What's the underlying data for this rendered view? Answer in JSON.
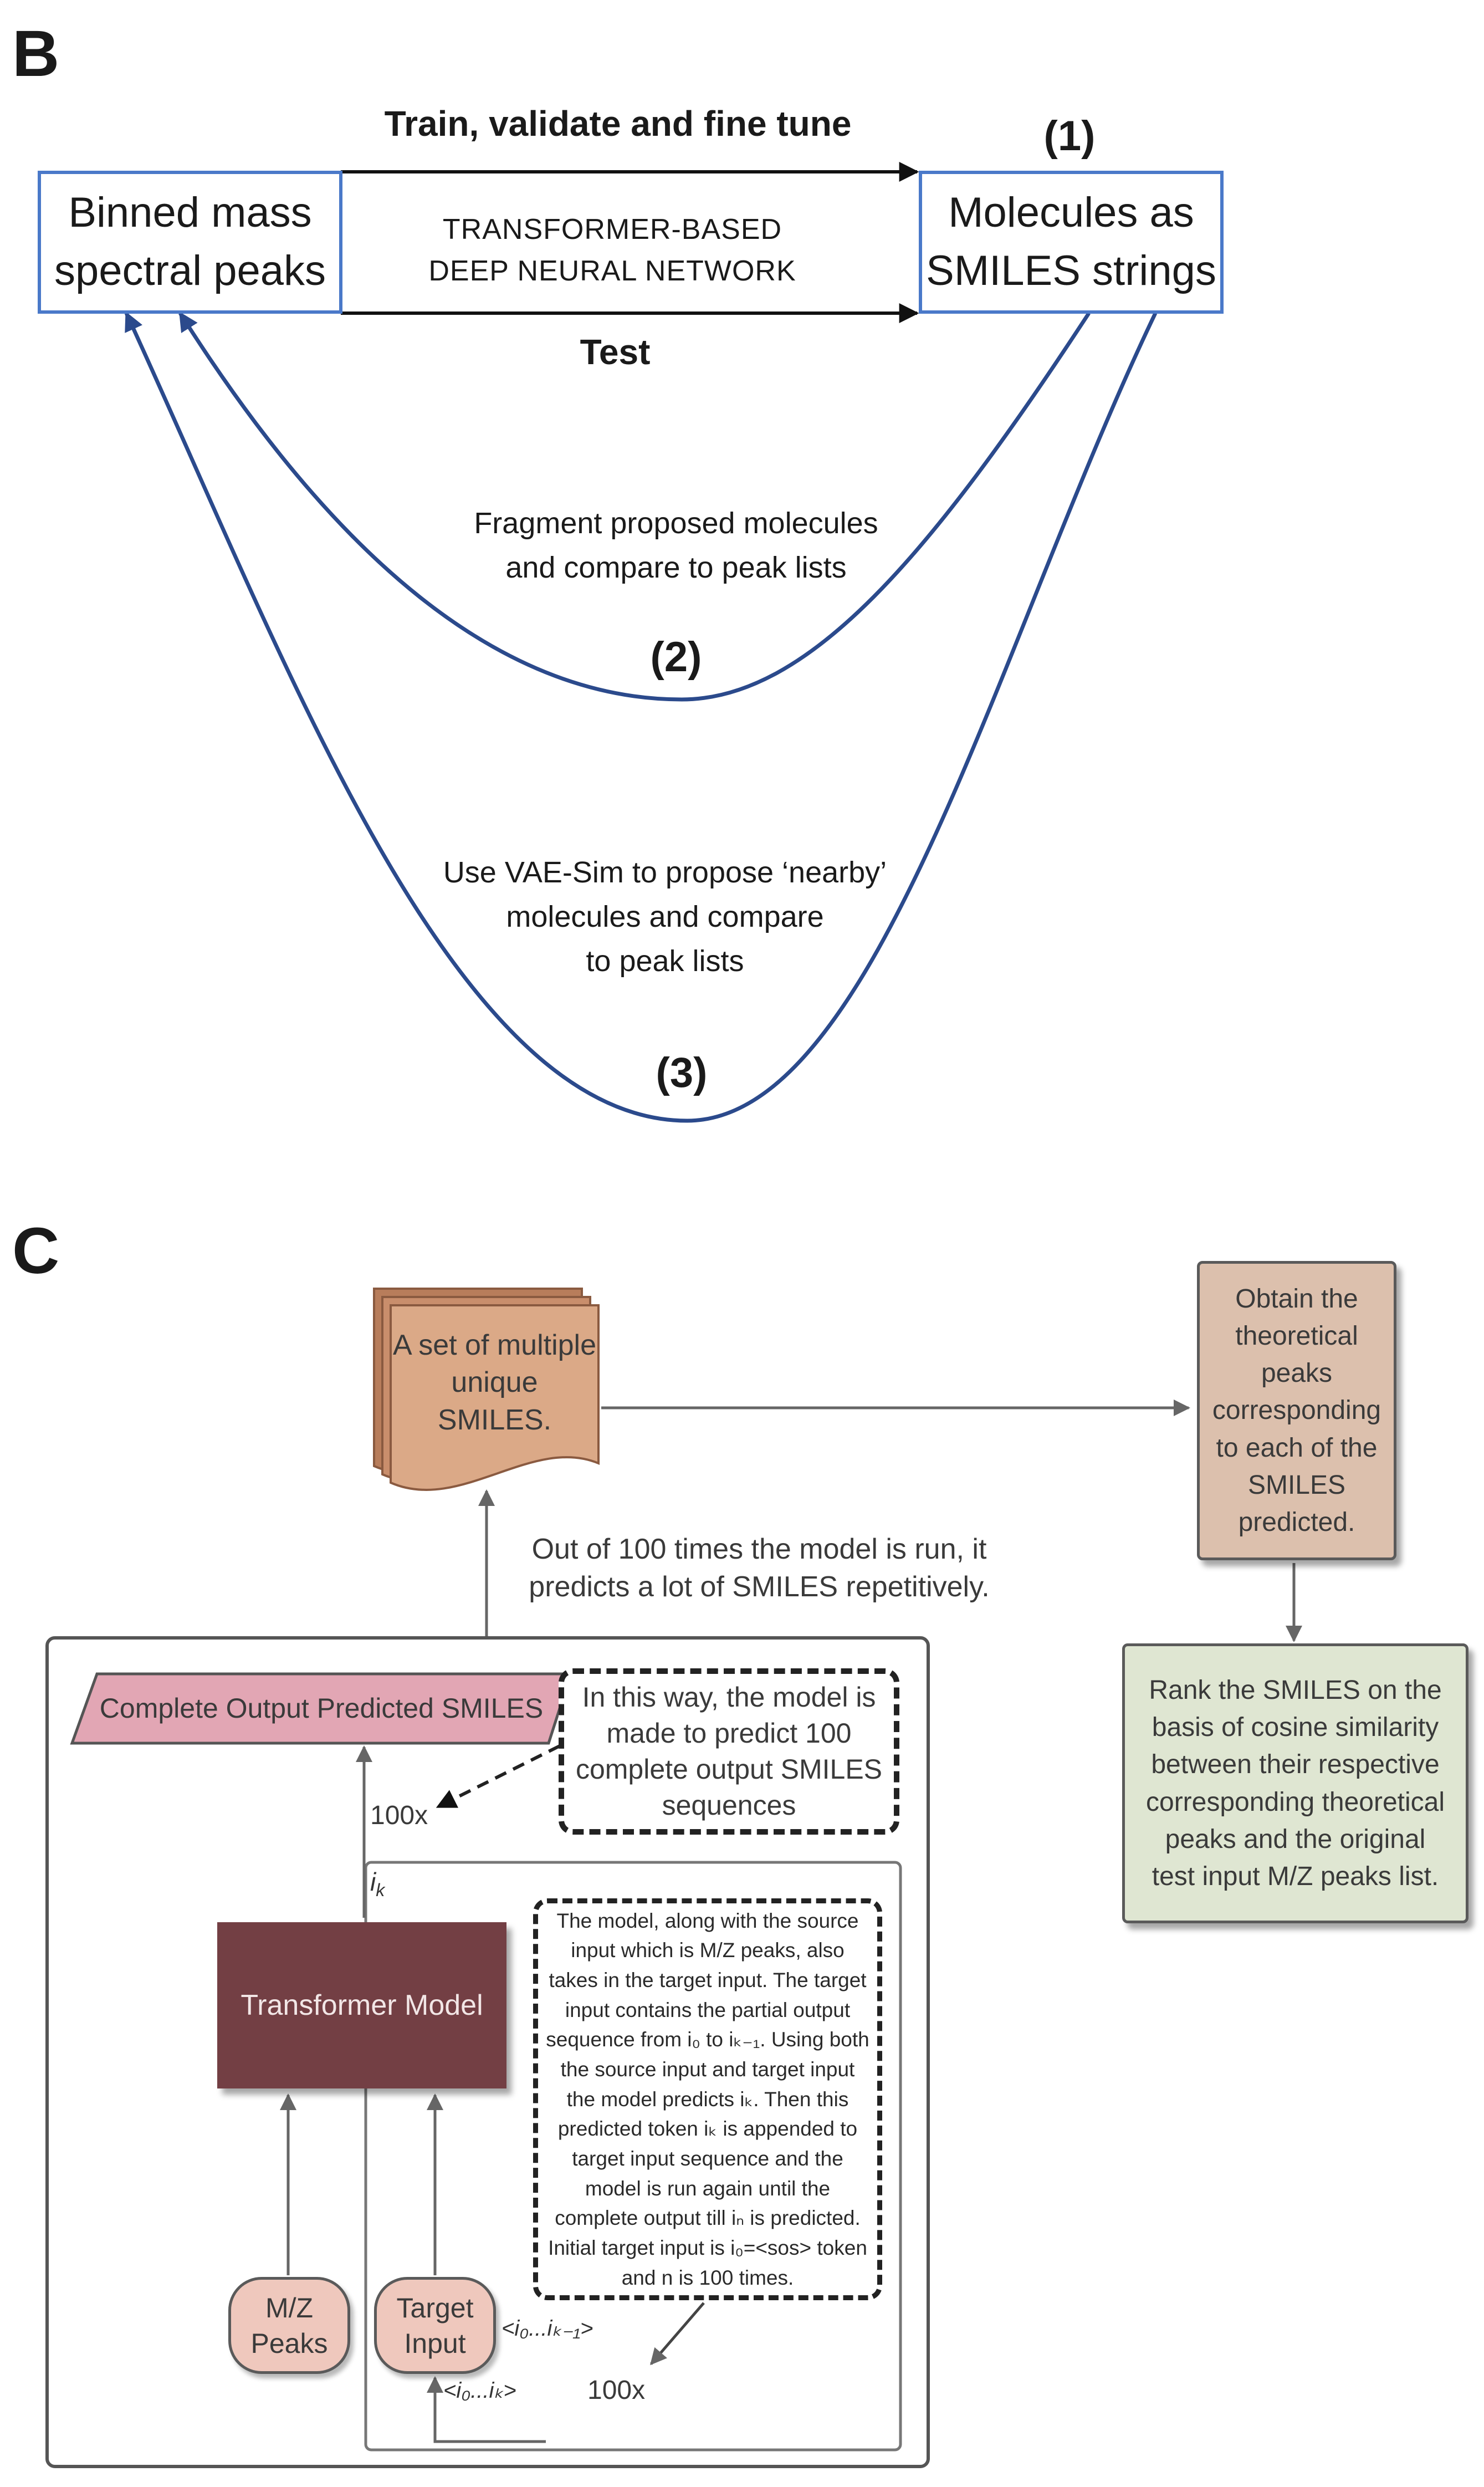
{
  "panel_b": {
    "label": "B",
    "left_box": [
      "Binned mass",
      "spectral peaks"
    ],
    "right_box": [
      "Molecules as",
      "SMILES strings"
    ],
    "top_edge_label": "Train, validate and fine tune",
    "bottom_edge_label": "Test",
    "middle_label": [
      "TRANSFORMER-BASED",
      "DEEP NEURAL NETWORK"
    ],
    "step1": "(1)",
    "step2": "(2)",
    "step3": "(3)",
    "loop2_text": [
      "Fragment proposed molecules",
      "and compare to peak lists"
    ],
    "loop3_text": [
      "Use VAE-Sim to propose ‘nearby’",
      "molecules and compare",
      "to peak lists"
    ]
  },
  "panel_c": {
    "label": "C",
    "smiles_set": [
      "A set of multiple",
      "unique SMILES."
    ],
    "repeat_note": [
      "Out of 100 times the model is run, it",
      "predicts a lot of SMILES repetitively."
    ],
    "obtain_box": [
      "Obtain the",
      "theoretical",
      "peaks",
      "corresponding",
      "to each of the",
      "SMILES",
      "predicted."
    ],
    "rank_box": [
      "Rank the SMILES on the",
      "basis of cosine similarity",
      "between their respective",
      "corresponding theoretical",
      "peaks and the original",
      "test input M/Z peaks list."
    ],
    "complete_output": "Complete Output Predicted SMILES",
    "way_note": [
      "In this way, the model is",
      "made to predict 100",
      "complete output SMILES",
      "sequences"
    ],
    "count_top": "100x",
    "ik_label": "i",
    "ik_sub": "k",
    "transformer": "Transformer Model",
    "model_note": [
      "The model, along with the source",
      "input which is M/Z peaks, also",
      "takes in the target input. The target",
      "input contains the partial output",
      "sequence from i₀ to iₖ₋₁. Using both",
      "the source input and target input",
      "the model predicts iₖ. Then this",
      "predicted token iₖ is appended to",
      "target input sequence and the",
      "model is run again until the",
      "complete output till iₙ is predicted.",
      "Initial target input is i₀=<sos> token",
      "and n is 100 times."
    ],
    "mz_peaks": [
      "M/Z",
      "Peaks"
    ],
    "target_input": [
      "Target",
      "Input"
    ],
    "seq_prev": "<i₀...iₖ₋₁>",
    "seq_curr": "<i₀...iₖ>",
    "count_bottom": "100x"
  },
  "colors": {
    "blue_border": "#4a79c9",
    "loop_blue": "#2b4a8c",
    "tan": "#dcc0ad",
    "green": "#dfe6d2",
    "pink": "#e2a6b4",
    "transformer": "#733f44",
    "pill": "#efc8bd"
  }
}
